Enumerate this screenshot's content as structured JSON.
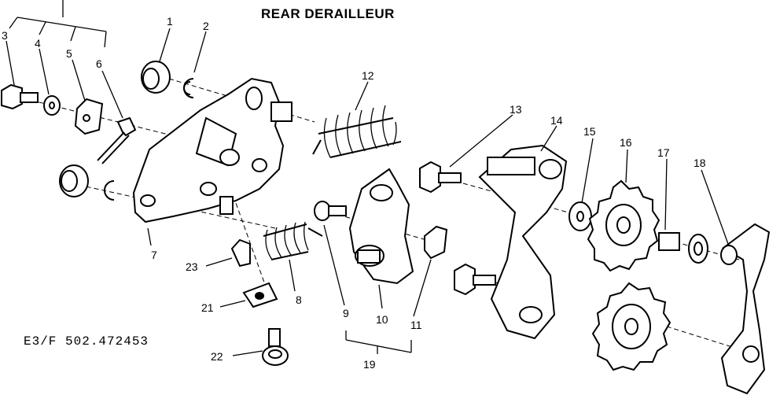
{
  "title": "REAR DERAILLEUR",
  "part_code": "E3/F 502.472453",
  "callouts": {
    "n1": "1",
    "n2": "2",
    "n3": "3",
    "n4": "4",
    "n5": "5",
    "n6": "6",
    "n7": "7",
    "n8": "8",
    "n9": "9",
    "n10": "10",
    "n11": "11",
    "n12": "12",
    "n13": "13",
    "n14": "14",
    "n15": "15",
    "n16": "16",
    "n17": "17",
    "n18": "18",
    "n19": "19",
    "n21": "21",
    "n22": "22",
    "n23": "23"
  }
}
